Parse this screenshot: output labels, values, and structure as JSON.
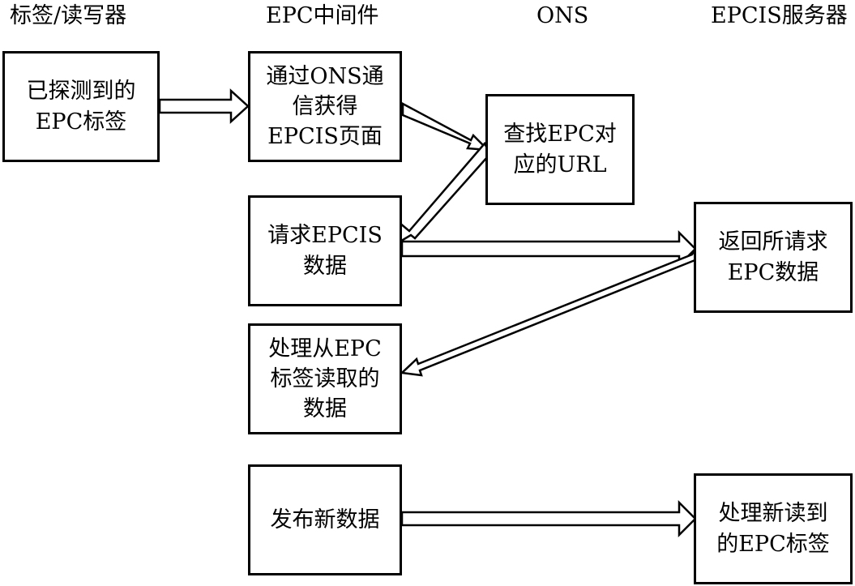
{
  "columns": {
    "reader": "标签/读写器",
    "middleware": "EPC中间件",
    "ons": "ONS",
    "epcis": "EPCIS服务器"
  },
  "boxes": {
    "detected": "已探测到的\nEPC标签",
    "ons_query": "通过ONS通\n信获得\nEPCIS页面",
    "find_url": "查找EPC对\n应的URL",
    "request": "请求EPCIS\n数据",
    "return": "返回所请求\nEPC数据",
    "process": "处理从EPC\n标签读取的\n数据",
    "publish": "发布新数据",
    "process_new": "处理新读到\n的EPC标签"
  }
}
